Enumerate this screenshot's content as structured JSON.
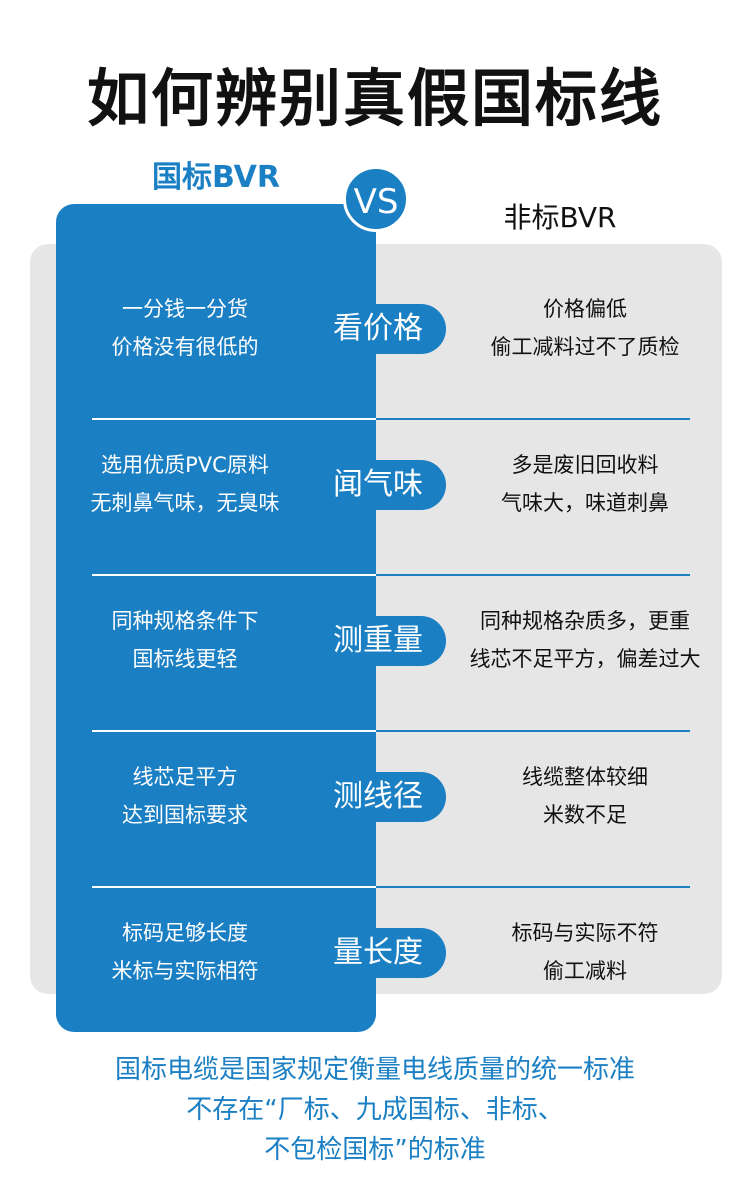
{
  "title": "如何辨别真假国标线",
  "left_header": "国标BVR",
  "vs": "VS",
  "right_header": "非标BVR",
  "rows": [
    {
      "left": [
        "一分钱一分货",
        "价格没有很低的"
      ],
      "label": "看价格",
      "right": [
        "价格偏低",
        "偷工减料过不了质检"
      ]
    },
    {
      "left": [
        "选用优质PVC原料",
        "无刺鼻气味，无臭味"
      ],
      "label": "闻气味",
      "right": [
        "多是废旧回收料",
        "气味大，味道刺鼻"
      ]
    },
    {
      "left": [
        "同种规格条件下",
        "国标线更轻"
      ],
      "label": "测重量",
      "right": [
        "同种规格杂质多，更重",
        "线芯不足平方，偏差过大"
      ]
    },
    {
      "left": [
        "线芯足平方",
        "达到国标要求"
      ],
      "label": "测线径",
      "right": [
        "线缆整体较细",
        "米数不足"
      ]
    },
    {
      "left": [
        "标码足够长度",
        "米标与实际相符"
      ],
      "label": "量长度",
      "right": [
        "标码与实际不符",
        "偷工减料"
      ]
    }
  ],
  "footer": [
    "国标电缆是国家规定衡量电线质量的统一标准",
    "不存在“厂标、九成国标、非标、",
    "不包检国标”的标准"
  ],
  "colors": {
    "accent": "#1b7fc4",
    "panel_gray": "#e6e6e6",
    "text_dark": "#111111"
  }
}
